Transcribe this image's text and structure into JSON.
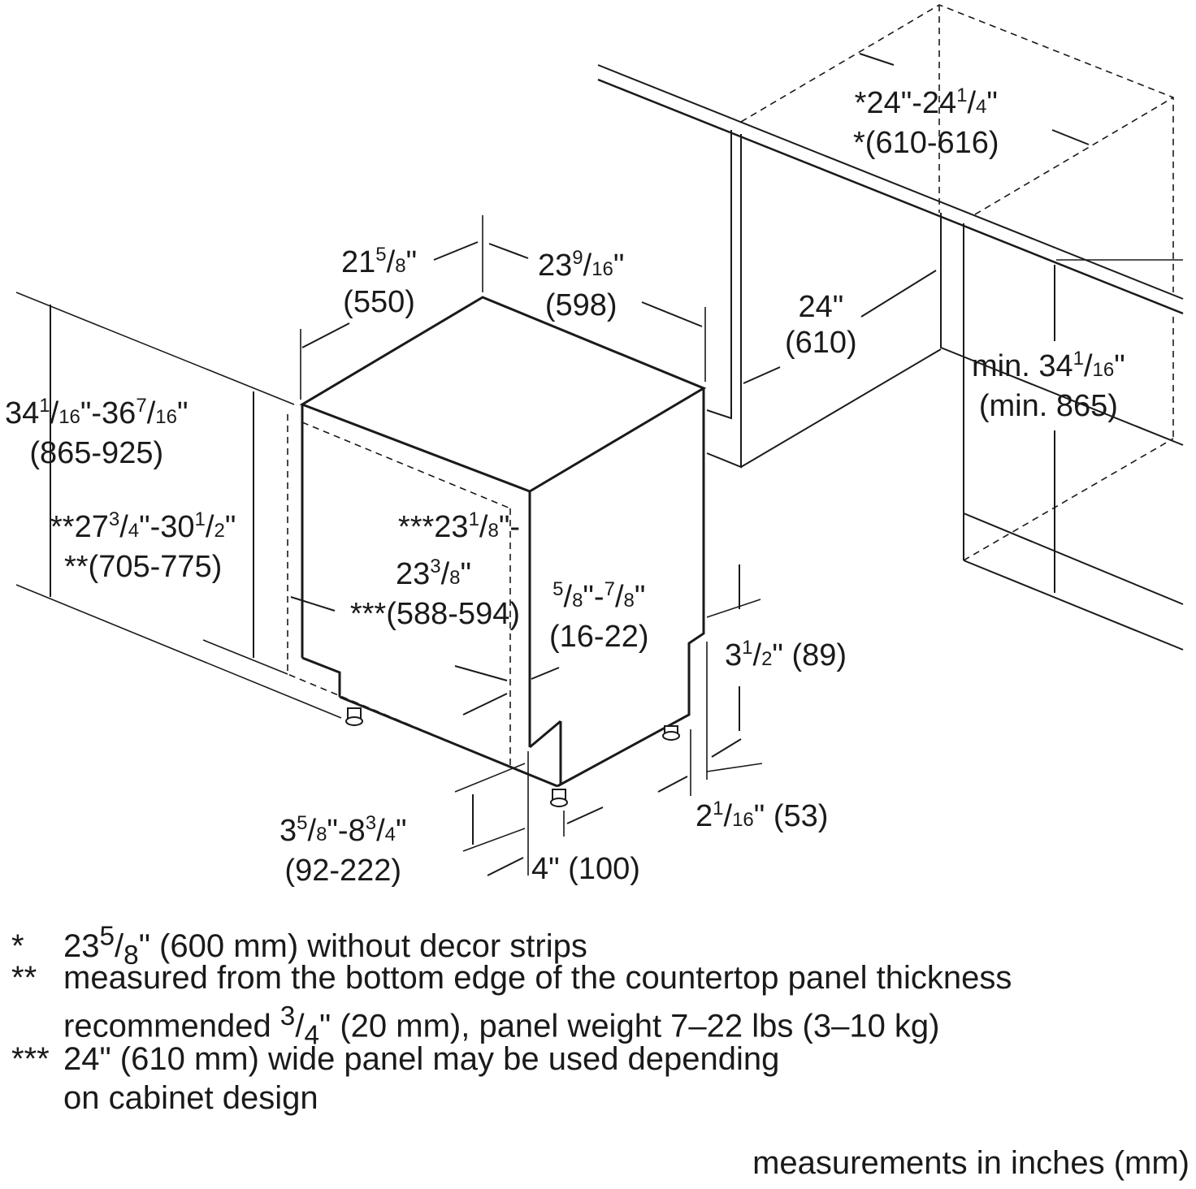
{
  "dimensions": {
    "cabinet_width": {
      "whole": "*24\"-24",
      "frac_num": "1",
      "frac_den": "4",
      "tail": "\"",
      "mm": "*(610-616)"
    },
    "depth": {
      "whole": "21",
      "frac_num": "5",
      "frac_den": "8",
      "tail": "\"",
      "mm": "(550)"
    },
    "width": {
      "whole": "23",
      "frac_num": "9",
      "frac_den": "16",
      "tail": "\"",
      "mm": "(598)"
    },
    "niche_depth": {
      "line1": "24\"",
      "mm": "(610)"
    },
    "total_height": {
      "a": "34",
      "a_num": "1",
      "a_den": "16",
      "b": "\"-36",
      "b_num": "7",
      "b_den": "16",
      "tail": "\"",
      "mm": "(865-925)"
    },
    "panel_height": {
      "a": "**27",
      "a_num": "3",
      "a_den": "4",
      "b": "\"-30",
      "b_num": "1",
      "b_den": "2",
      "tail": "\"",
      "mm": "**(705-775)"
    },
    "panel_width": {
      "a": "***23",
      "a_num": "1",
      "a_den": "8",
      "b": "\"-",
      "line2a": "23",
      "line2_num": "3",
      "line2_den": "8",
      "line2_tail": "\"",
      "mm": "***(588-594)"
    },
    "panel_thickness": {
      "a_num": "5",
      "a_den": "8",
      "b": "\"-",
      "b_num": "7",
      "b_den": "8",
      "tail": "\"",
      "mm": "(16-22)"
    },
    "min_height": {
      "a": "min. 34",
      "a_num": "1",
      "a_den": "16",
      "tail": "\"",
      "mm": "(min. 865)"
    },
    "kick_height": {
      "a": "3",
      "a_num": "1",
      "a_den": "2",
      "tail": "\" (89)"
    },
    "kick_depth": {
      "a": "2",
      "a_num": "1",
      "a_den": "16",
      "tail": "\" (53)"
    },
    "base_gap": {
      "a": "3",
      "a_num": "5",
      "a_den": "8",
      "b": "\"-8",
      "b_num": "3",
      "b_den": "4",
      "tail": "\"",
      "mm": "(92-222)"
    },
    "foot_setback": {
      "text": "4\" (100)"
    }
  },
  "footnotes": [
    {
      "mark": "*",
      "a": "23",
      "a_num": "5",
      "a_den": "8",
      "tail": "\" (600 mm) without decor strips"
    },
    {
      "mark": "**",
      "line1": "measured from the bottom edge of the countertop panel thickness",
      "line2a": "recommended ",
      "line2_num": "3",
      "line2_den": "4",
      "line2_tail": "\" (20 mm), panel weight 7–22 lbs (3–10 kg)"
    },
    {
      "mark": "***",
      "line1": "24\" (610 mm) wide panel may be used depending",
      "line2": "on cabinet design"
    }
  ],
  "units_note": "measurements in inches (mm)"
}
